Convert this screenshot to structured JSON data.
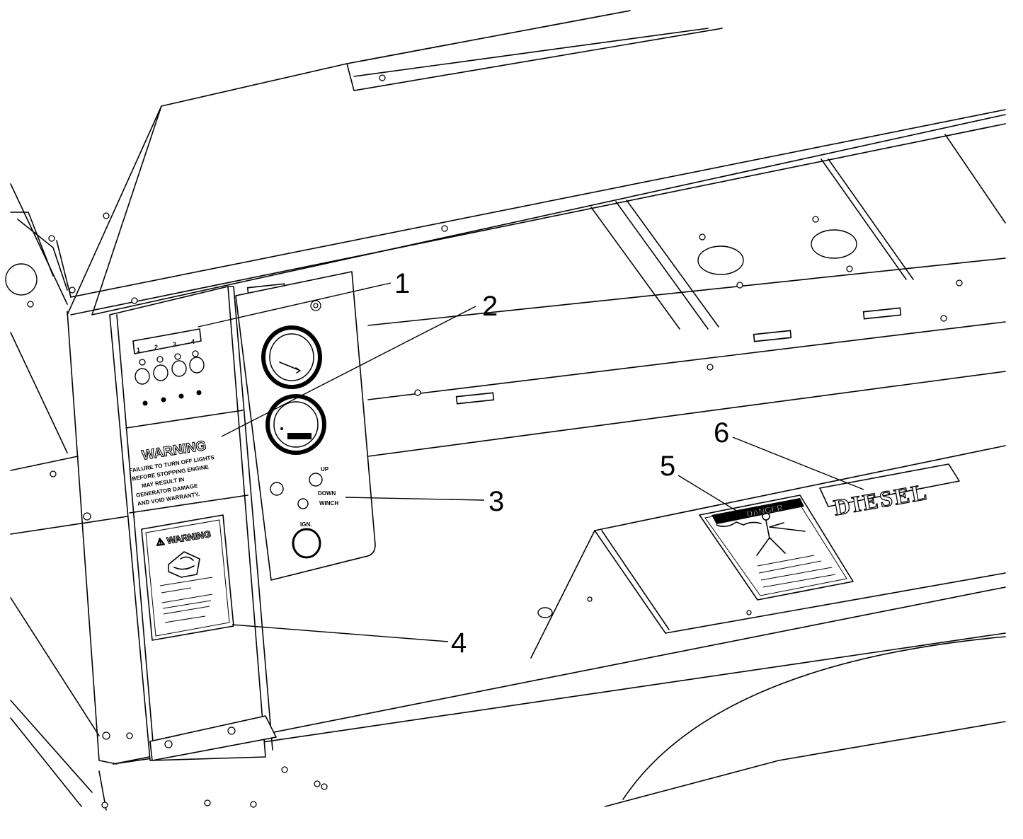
{
  "callouts": [
    {
      "id": "1",
      "label": "1"
    },
    {
      "id": "2",
      "label": "2"
    },
    {
      "id": "3",
      "label": "3"
    },
    {
      "id": "4",
      "label": "4"
    },
    {
      "id": "5",
      "label": "5"
    },
    {
      "id": "6",
      "label": "6"
    }
  ],
  "panel": {
    "switch_numbers": [
      "1",
      "2",
      "3",
      "4"
    ],
    "warning_decal": {
      "title": "WARNING",
      "lines": [
        "FAILURE TO TURN OFF LIGHTS",
        "BEFORE STOPPING ENGINE",
        "MAY RESULT IN",
        "GENERATOR DAMAGE",
        "AND VOID WARRANTY."
      ]
    },
    "winch_labels": {
      "up": "UP",
      "down": "DOWN",
      "winch": "WINCH"
    },
    "ignition_label": "IGN."
  },
  "warning_decal_lower": {
    "title": "⚠ WARNING"
  },
  "danger_decal": {
    "title": "⚠ DANGER"
  },
  "diesel_decal": {
    "text": "DIESEL"
  }
}
